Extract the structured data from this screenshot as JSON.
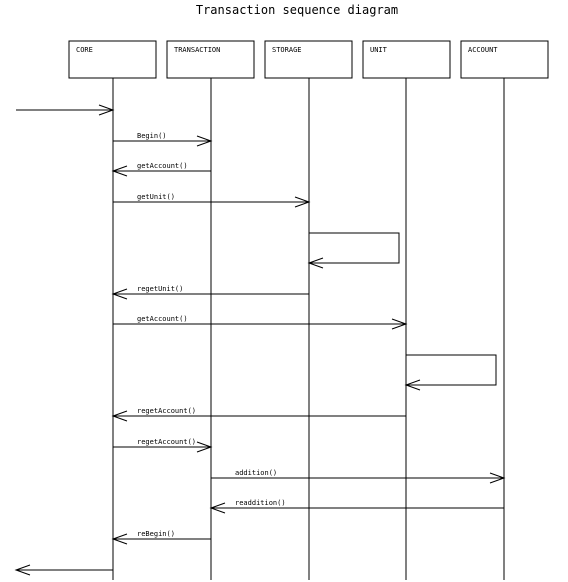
{
  "title": "Transaction sequence diagram",
  "participants": [
    {
      "id": "core",
      "label": "CORE"
    },
    {
      "id": "transaction",
      "label": "TRANSACTION"
    },
    {
      "id": "storage",
      "label": "STORAGE"
    },
    {
      "id": "unit",
      "label": "UNIT"
    },
    {
      "id": "account",
      "label": "ACCOUNT"
    }
  ],
  "messages": [
    {
      "from": "external",
      "to": "core",
      "label": ""
    },
    {
      "from": "core",
      "to": "transaction",
      "label": "Begin()"
    },
    {
      "from": "transaction",
      "to": "core",
      "label": "getAccount()"
    },
    {
      "from": "core",
      "to": "storage",
      "label": "getUnit()"
    },
    {
      "from": "storage",
      "to": "storage",
      "label": ""
    },
    {
      "from": "storage",
      "to": "core",
      "label": "regetUnit()"
    },
    {
      "from": "core",
      "to": "unit",
      "label": "getAccount()"
    },
    {
      "from": "unit",
      "to": "unit",
      "label": ""
    },
    {
      "from": "unit",
      "to": "core",
      "label": "regetAccount()"
    },
    {
      "from": "core",
      "to": "transaction",
      "label": "regetAccount()"
    },
    {
      "from": "transaction",
      "to": "account",
      "label": "addition()"
    },
    {
      "from": "account",
      "to": "transaction",
      "label": "readdition()"
    },
    {
      "from": "transaction",
      "to": "core",
      "label": "reBegin()"
    },
    {
      "from": "core",
      "to": "external",
      "label": ""
    }
  ]
}
